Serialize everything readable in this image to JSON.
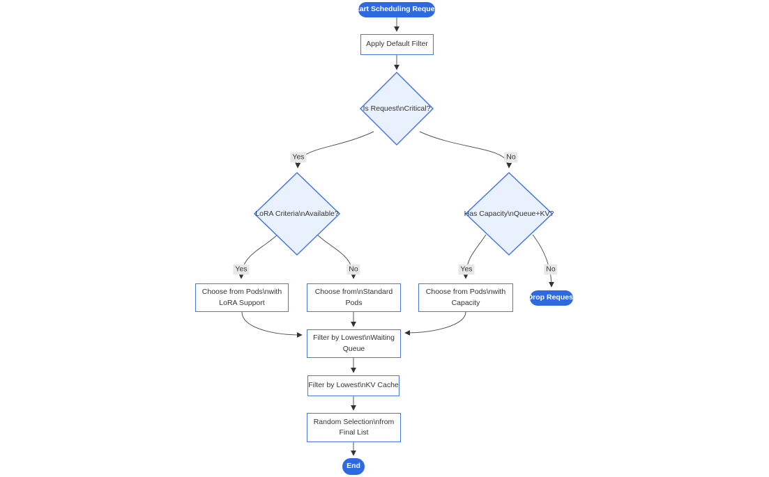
{
  "colors": {
    "pill_fill": "#2d6ae0",
    "pill_text": "#ffffff",
    "node_fill": "#ffffff",
    "node_border": "#4677e3",
    "decision_fill": "#e9f2fc",
    "text": "#333333",
    "edge": "#555555",
    "edge_label_bg": "#e8e8e8"
  },
  "nodes": {
    "start": {
      "label": "Start Scheduling Request"
    },
    "apply_filter": {
      "label": "Apply Default Filter"
    },
    "is_critical": {
      "label": "Is Request\\nCritical?"
    },
    "lora_criteria": {
      "label": "LoRA Criteria\\nAvailable?"
    },
    "has_capacity": {
      "label": "Has Capacity\\nQueue+KV?"
    },
    "choose_lora": {
      "lines": [
        "Choose from Pods\\nwith",
        "LoRA Support"
      ]
    },
    "choose_standard": {
      "lines": [
        "Choose from\\nStandard",
        "Pods"
      ]
    },
    "choose_capacity": {
      "lines": [
        "Choose from Pods\\nwith",
        "Capacity"
      ]
    },
    "drop_request": {
      "label": "Drop Request"
    },
    "filter_queue": {
      "lines": [
        "Filter by Lowest\\nWaiting",
        "Queue"
      ]
    },
    "filter_kv": {
      "label": "Filter by Lowest\\nKV Cache"
    },
    "random_selection": {
      "lines": [
        "Random Selection\\nfrom",
        "Final List"
      ]
    },
    "end": {
      "label": "End"
    }
  },
  "edge_labels": {
    "critical_yes": "Yes",
    "critical_no": "No",
    "lora_yes": "Yes",
    "lora_no": "No",
    "capacity_yes": "Yes",
    "capacity_no": "No"
  }
}
